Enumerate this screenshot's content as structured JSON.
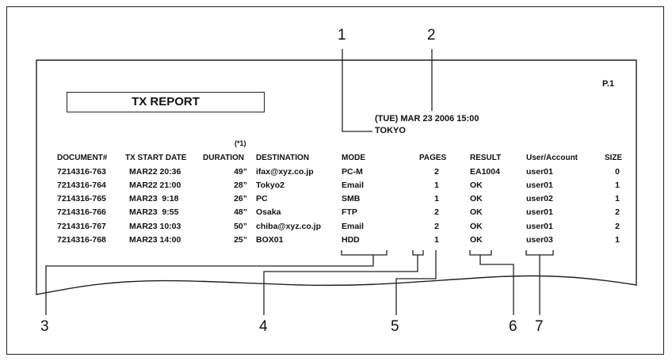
{
  "report": {
    "title": "TX REPORT",
    "page_number": "P.1",
    "datetime": "(TUE) MAR 23 2006 15:00",
    "location": "TOKYO",
    "duration_note": "(*1)"
  },
  "table": {
    "headers": [
      "DOCUMENT#",
      "TX START DATE",
      "DURATION",
      "DESTINATION",
      "MODE",
      "PAGES",
      "RESULT",
      "User/Account",
      "SIZE"
    ],
    "rows": [
      [
        "7214316-763",
        "MAR22 20:36",
        "49”",
        "ifax@xyz.co.jp",
        "PC-M",
        "2",
        "EA1004",
        "user01",
        "0"
      ],
      [
        "7214316-764",
        "MAR22 21:00",
        "28”",
        "Tokyo2",
        "Email",
        "1",
        "OK",
        "user01",
        "1"
      ],
      [
        "7214316-765",
        "MAR23  9:18",
        "26”",
        "PC",
        "SMB",
        "1",
        "OK",
        "user02",
        "1"
      ],
      [
        "7214316-766",
        "MAR23  9:55",
        "48”",
        "Osaka",
        "FTP",
        "2",
        "OK",
        "user01",
        "2"
      ],
      [
        "7214316-767",
        "MAR23 10:03",
        "50”",
        "chiba@xyz.co.jp",
        "Email",
        "2",
        "OK",
        "user01",
        "2"
      ],
      [
        "7214316-768",
        "MAR23 14:00",
        "25”",
        "BOX01",
        "HDD",
        "1",
        "OK",
        "user03",
        "1"
      ]
    ]
  },
  "callouts": {
    "c1": "1",
    "c2": "2",
    "c3": "3",
    "c4": "4",
    "c5": "5",
    "c6": "6",
    "c7": "7"
  }
}
